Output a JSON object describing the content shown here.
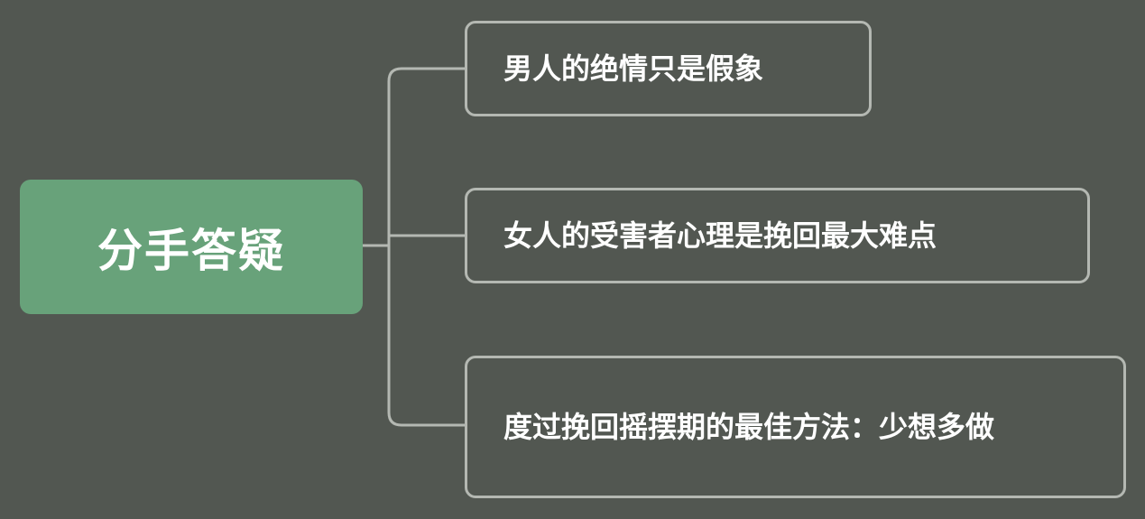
{
  "mindmap": {
    "root": {
      "label": "分手答疑"
    },
    "branches": [
      {
        "label": "男人的绝情只是假象"
      },
      {
        "label": "女人的受害者心理是挽回最大难点"
      },
      {
        "label": "度过挽回摇摆期的最佳方法：少想多做"
      }
    ]
  },
  "colors": {
    "background": "#525751",
    "root_fill": "#68a27a",
    "connector": "#b4b8b2",
    "text": "#ffffff"
  }
}
